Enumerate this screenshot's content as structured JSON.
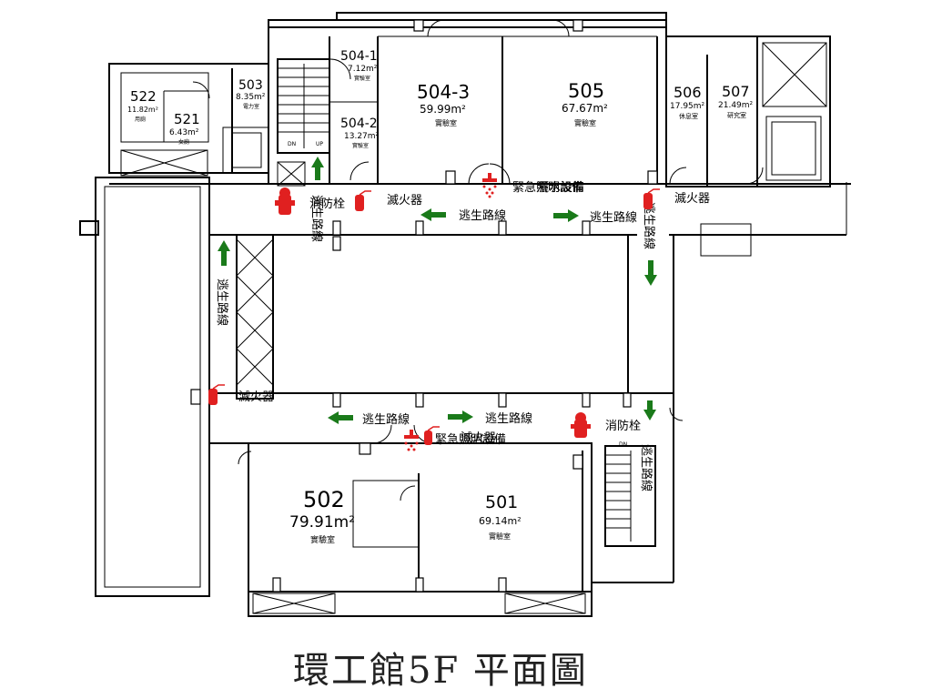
{
  "title": "環工館5F 平面圖",
  "rooms": {
    "r522": {
      "number": "522",
      "area": "11.82m²",
      "use": "用廁"
    },
    "r521": {
      "number": "521",
      "area": "6.43m²",
      "use": "女廁"
    },
    "r503": {
      "number": "503",
      "area": "8.35m²",
      "use": "電力室"
    },
    "r504_1": {
      "number": "504-1",
      "area": "7.12m²",
      "use": "實驗室"
    },
    "r504_2": {
      "number": "504-2",
      "area": "13.27m²",
      "use": "實驗室"
    },
    "r504_3": {
      "number": "504-3",
      "area": "59.99m²",
      "use": "實驗室"
    },
    "r505": {
      "number": "505",
      "area": "67.67m²",
      "use": "實驗室"
    },
    "r506": {
      "number": "506",
      "area": "17.95m²",
      "use": "休息室"
    },
    "r507": {
      "number": "507",
      "area": "21.49m²",
      "use": "研究室"
    },
    "r502": {
      "number": "502",
      "area": "79.91m²",
      "use": "實驗室"
    },
    "r501": {
      "number": "501",
      "area": "69.14m²",
      "use": "實驗室"
    }
  },
  "legend": {
    "extinguisher": "滅火器",
    "hydrant": "消防栓",
    "escape": "逃生路線",
    "emergency_light": "緊急照明設備",
    "sprinkler": "灑水設備"
  },
  "stairs": {
    "dn": "DN",
    "up": "UP"
  },
  "colors": {
    "arrow": "#1a7a1a",
    "fire_equipment": "#e02020",
    "walls": "#000000"
  }
}
